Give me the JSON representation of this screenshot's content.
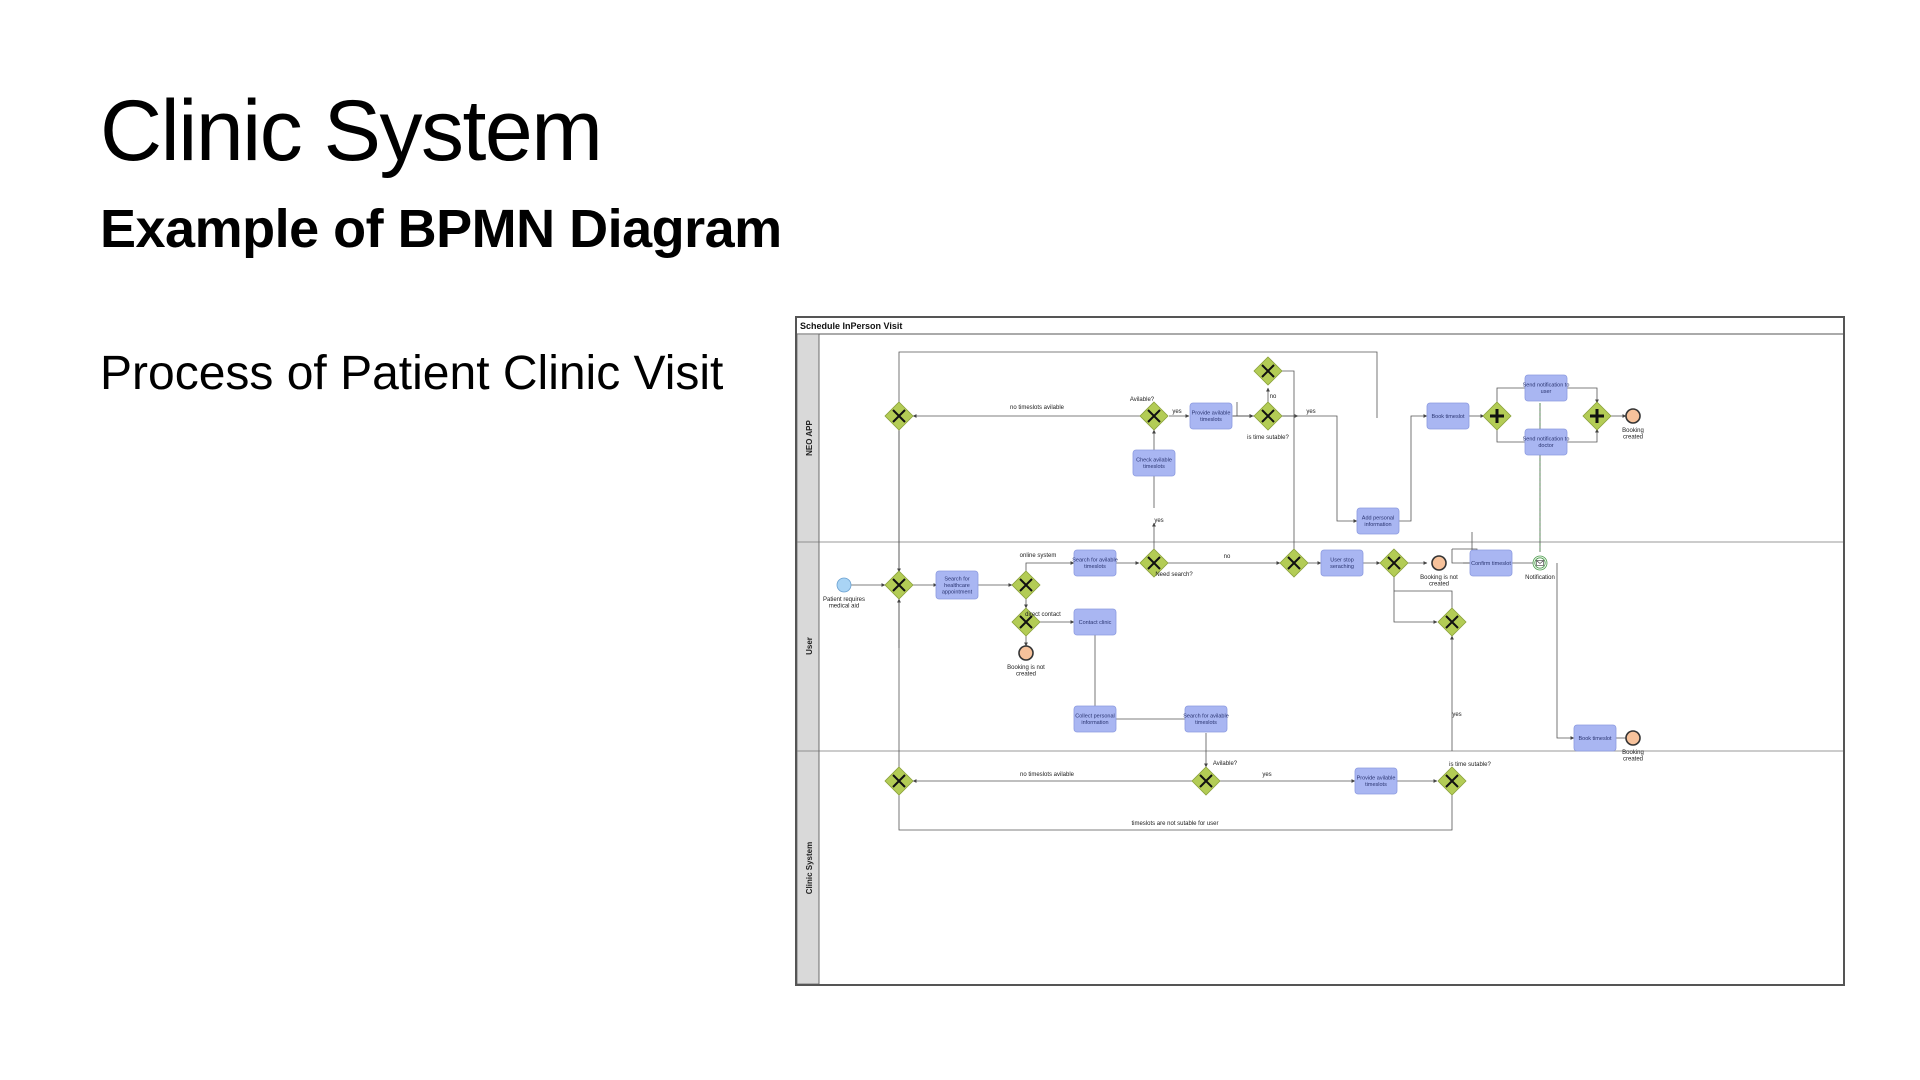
{
  "slide": {
    "title": "Clinic System",
    "subtitle": "Example of BPMN Diagram",
    "body": "Process of Patient Clinic Visit"
  },
  "diagram": {
    "pool_title": "Schedule InPerson Visit",
    "lanes": {
      "neo_app": "NEO APP",
      "user": "User",
      "clinic_system": "Clinic System"
    },
    "tasks": {
      "provide_timeslots_app": [
        "Provide avilable",
        "timeslots"
      ],
      "check_timeslots": [
        "Check avilable",
        "timeslots"
      ],
      "book_timeslot_app": [
        "Book timeslot"
      ],
      "send_notif_user": [
        "Send notification to",
        "user"
      ],
      "send_notif_doctor": [
        "Send notification to",
        "doctor"
      ],
      "add_personal_info": [
        "Add personal",
        "information"
      ],
      "search_healthcare": [
        "Search for",
        "healthcare",
        "appointment"
      ],
      "search_timeslots_user": [
        "Search for avilable",
        "timeslots"
      ],
      "user_stop_searching": [
        "User stop",
        "seraching"
      ],
      "confirm_timeslot": [
        "Confirm timeslot"
      ],
      "contact_clinic": [
        "Contact clinic"
      ],
      "collect_personal_info": [
        "Collect personal",
        "information"
      ],
      "search_timeslots_clinic": [
        "Search for avilable",
        "timeslots"
      ],
      "provide_timeslots_clinic": [
        "Provide avilable",
        "timeslots"
      ],
      "book_timeslot_clinic": [
        "Book timeslot"
      ]
    },
    "events": {
      "start": [
        "Patient requires",
        "medical aid"
      ],
      "end_app_booking": [
        "Booking",
        "created"
      ],
      "end_user_not_created": [
        "Booking is not",
        "created"
      ],
      "end_contact_not_created": [
        "Booking is not",
        "created"
      ],
      "end_clinic_booking": [
        "Booking",
        "created"
      ],
      "notification": [
        "Notification"
      ]
    },
    "labels": {
      "no_timeslots_app": "no timeslots avilable",
      "available_app": "Avilable?",
      "yes_available_app": "yes",
      "is_time_suitable_app": "is time sutable?",
      "no_suitable_app": "no",
      "yes_suitable_app": "yes",
      "online_system": "online system",
      "direct_contact": "direct contact",
      "need_search": "Need search?",
      "no_need_search": "no",
      "yes_need_search": "yes",
      "no_timeslots_clinic": "no timeslots avilable",
      "available_clinic": "Avilable?",
      "yes_available_clinic": "yes",
      "is_time_suitable_clinic": "is time sutable?",
      "yes_suitable_clinic": "yes",
      "not_suitable_clinic": "timeslots are not sutable for user"
    },
    "colors": {
      "task_fill": "#a9b6f2",
      "task_stroke": "#8c9be0",
      "gateway_fill": "#b3cc55",
      "end_fill": "#f7c29b",
      "start_fill": "#a9d4f5",
      "lane_header": "#d9d9d9"
    }
  }
}
